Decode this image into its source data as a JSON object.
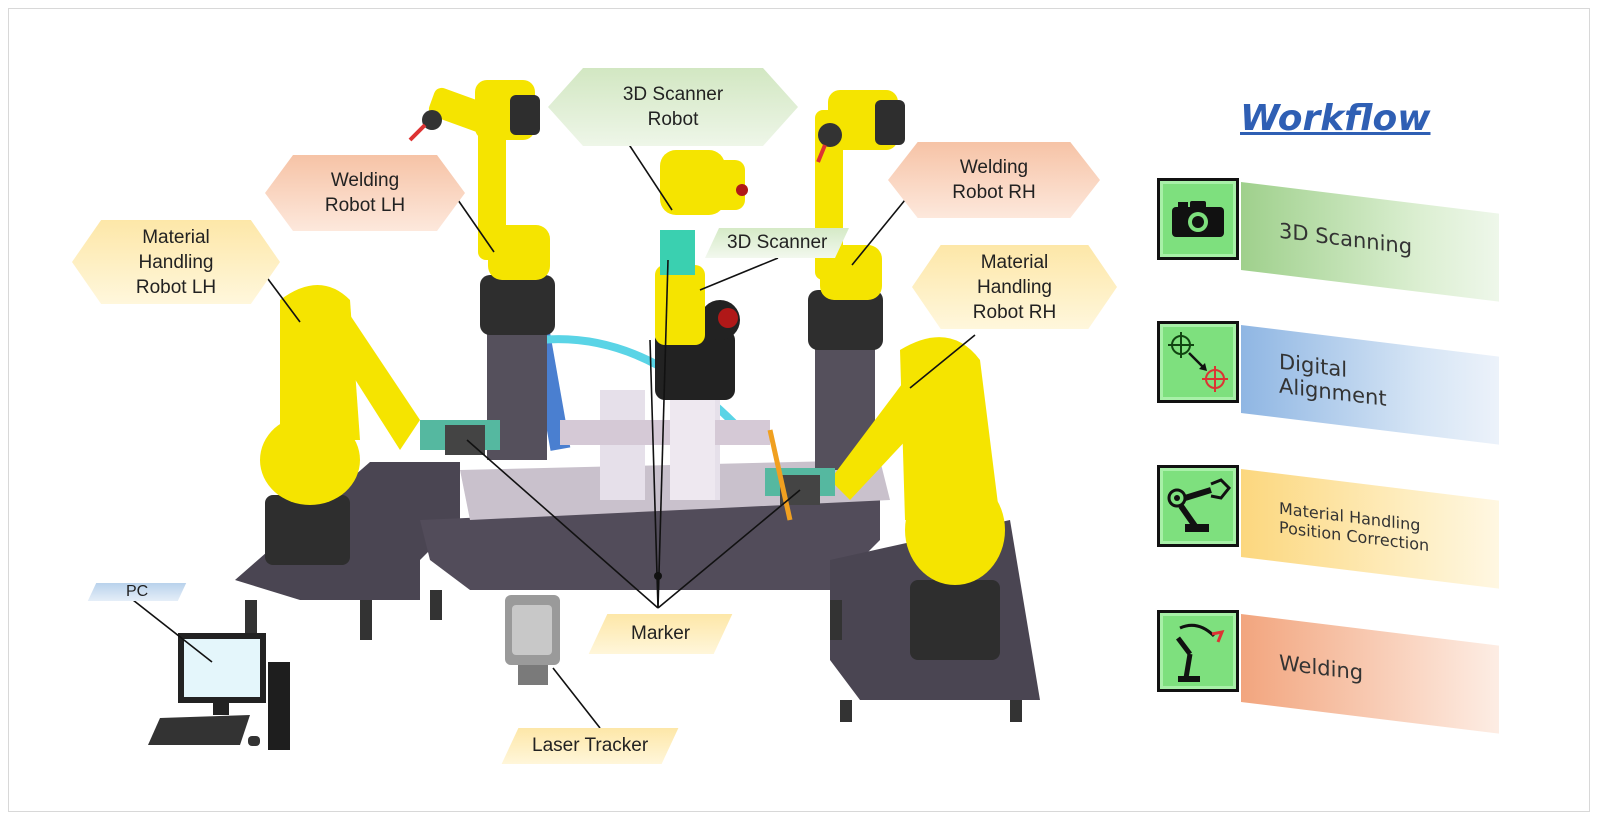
{
  "labels": {
    "mh_lh": "Material\nHandling\nRobot LH",
    "weld_lh": "Welding\nRobot LH",
    "scanner_robot": "3D Scanner\nRobot",
    "weld_rh": "Welding\nRobot RH",
    "mh_rh": "Material\nHandling\nRobot RH",
    "scanner": "3D Scanner",
    "pc": "PC",
    "marker": "Marker",
    "laser_tracker": "Laser Tracker"
  },
  "workflow": {
    "title": "Workflow",
    "steps": [
      {
        "label": "3D Scanning",
        "icon": "camera-icon"
      },
      {
        "label": "Digital\nAlignment",
        "icon": "target-alignment-icon"
      },
      {
        "label": "Material Handling\nPosition Correction",
        "icon": "gripper-robot-icon"
      },
      {
        "label": "Welding",
        "icon": "welding-robot-icon"
      }
    ]
  },
  "colors": {
    "robot": "#f5e400",
    "base": "#3a3a3a",
    "platform": "#4a4552",
    "workflow_title": "#2f5fb4",
    "icon_bg": "#7ee07e"
  }
}
